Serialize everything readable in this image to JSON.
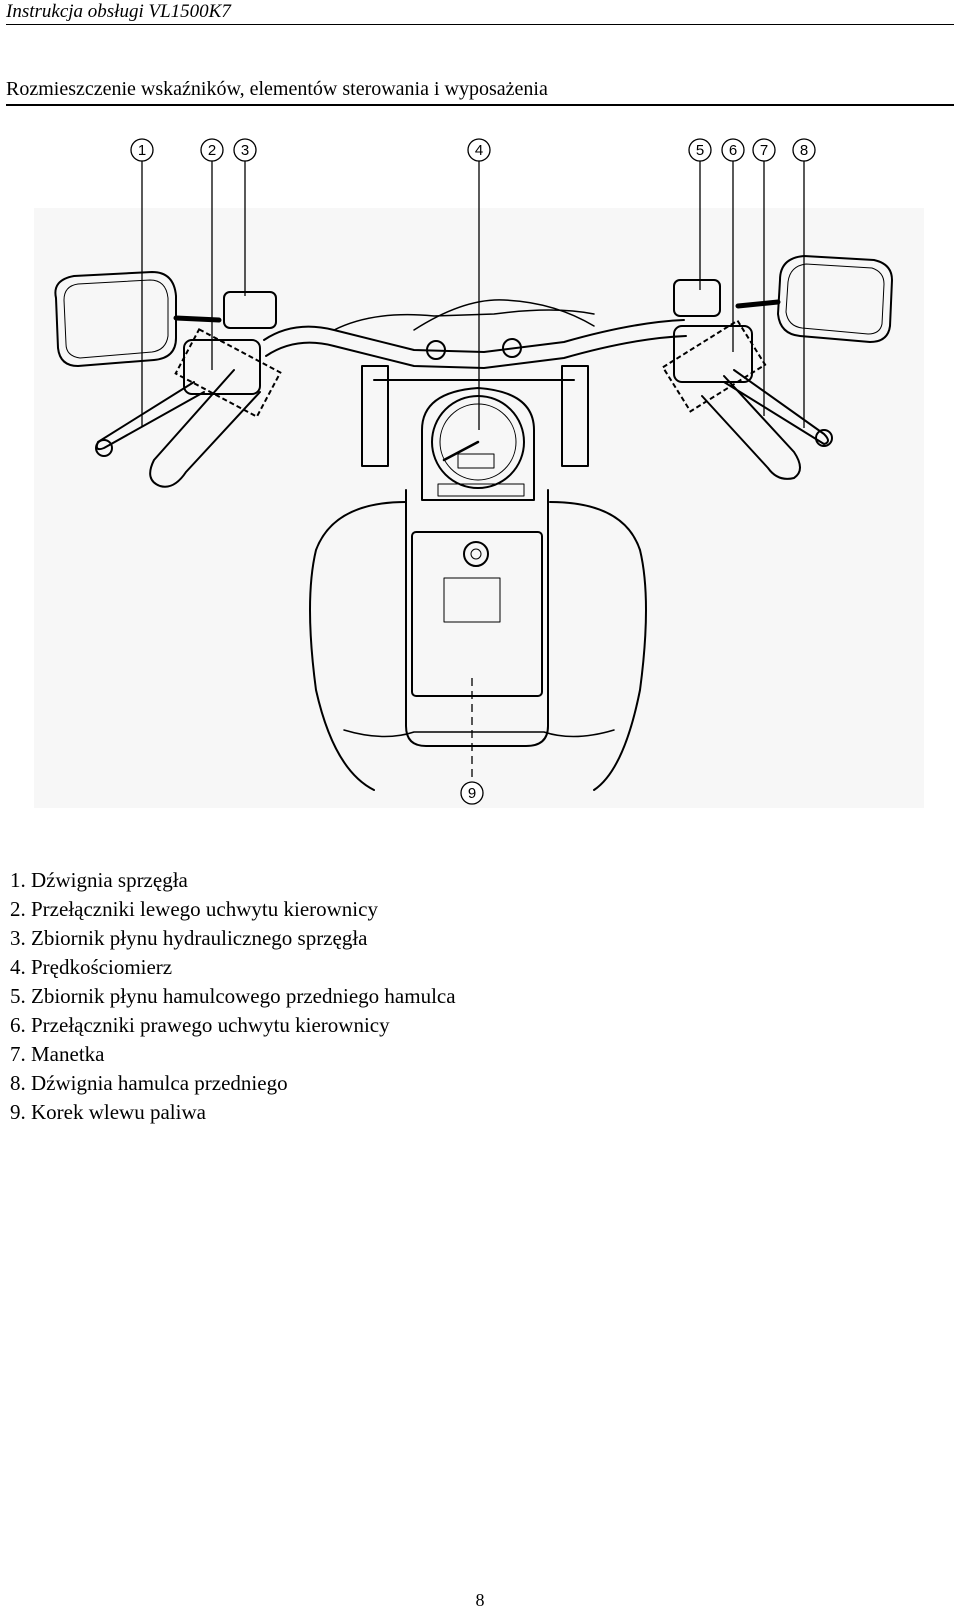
{
  "header": {
    "manual_title": "Instrukcja obsługi VL1500K7"
  },
  "section": {
    "title": "Rozmieszczenie wskaźników, elementów sterowania i wyposażenia"
  },
  "figure": {
    "callouts": [
      "1",
      "2",
      "3",
      "4",
      "5",
      "6",
      "7",
      "8",
      "9"
    ]
  },
  "legend": {
    "items": [
      {
        "number": "1.",
        "text": "Dźwignia sprzęgła"
      },
      {
        "number": "2.",
        "text": "Przełączniki lewego uchwytu kierownicy"
      },
      {
        "number": "3.",
        "text": "Zbiornik płynu hydraulicznego sprzęgła"
      },
      {
        "number": "4.",
        "text": "Prędkościomierz"
      },
      {
        "number": "5.",
        "text": "Zbiornik płynu hamulcowego przedniego hamulca"
      },
      {
        "number": "6.",
        "text": "Przełączniki prawego uchwytu kierownicy"
      },
      {
        "number": "7.",
        "text": "Manetka"
      },
      {
        "number": "8.",
        "text": "Dźwignia hamulca przedniego"
      },
      {
        "number": "9.",
        "text": "Korek wlewu paliwa"
      }
    ]
  },
  "footer": {
    "page_number": "8"
  }
}
